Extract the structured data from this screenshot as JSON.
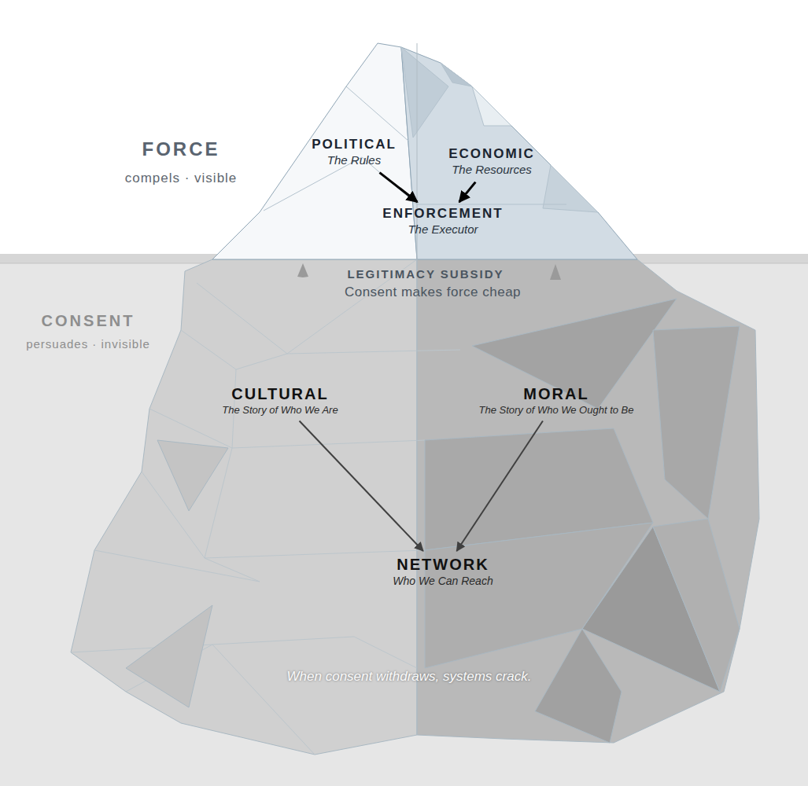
{
  "diagram": {
    "nodes": [
      {
        "text": [
          "POLITICAL",
          "The Rules"
        ]
      },
      {
        "text": [
          "ECONOMIC",
          "The Resources"
        ]
      },
      {
        "text": [
          "ENFORCEMENT",
          "The Executor"
        ]
      },
      {
        "text": [
          "CULTURAL",
          "The Story of Who We Are"
        ]
      },
      {
        "text": [
          "MORAL",
          "The Story of Who We Ought to Be"
        ]
      },
      {
        "text": [
          "NETWORK",
          "Who We Can Reach"
        ]
      }
    ],
    "edges": [
      {
        "from": 0,
        "to": 2,
        "arrow": "to"
      },
      {
        "from": 1,
        "to": 2,
        "arrow": "to"
      },
      {
        "from": 3,
        "to": 5,
        "arrow": "to"
      },
      {
        "from": 4,
        "to": 5,
        "arrow": "to"
      }
    ],
    "labels": [
      "FORCE",
      "compels · visible",
      "LEGITIMACY SUBSIDY",
      "Consent makes force cheap",
      "CONSENT",
      "persuades · invisible",
      "When consent withdraws, systems crack."
    ]
  }
}
